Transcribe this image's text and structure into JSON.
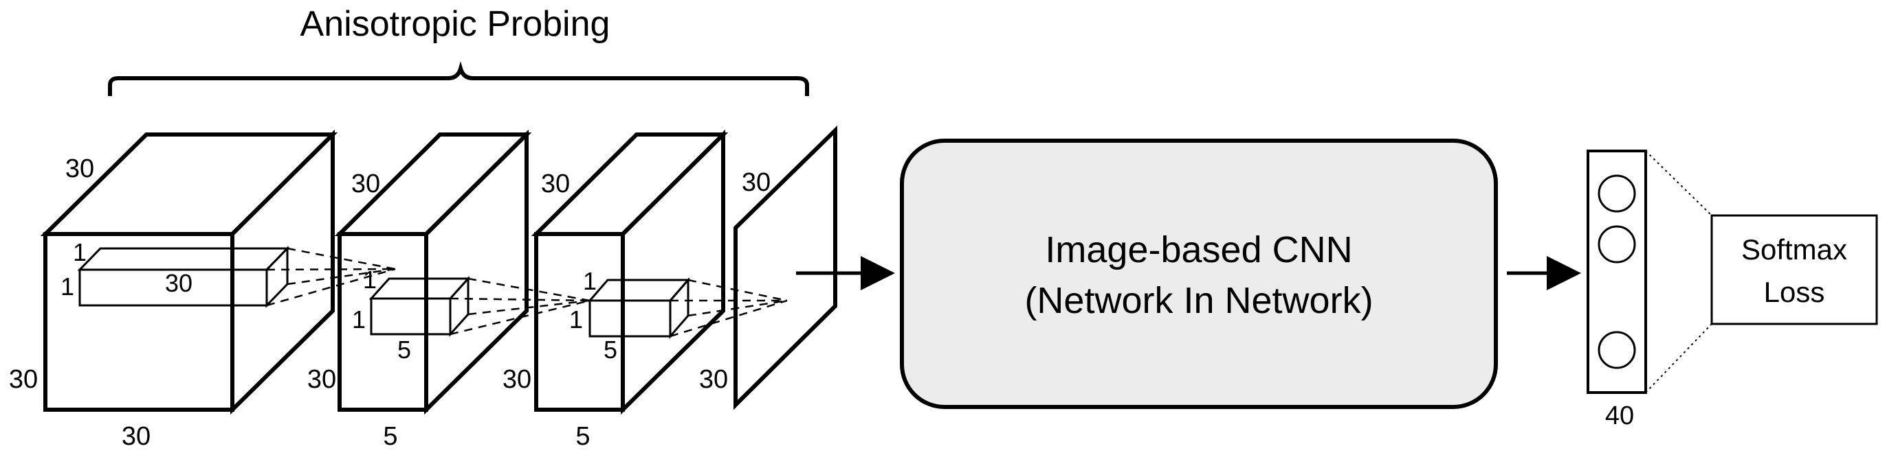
{
  "title": "Anisotropic Probing",
  "volume1": {
    "depth": "30",
    "height": "30",
    "width": "30"
  },
  "kernel1": {
    "height": "1",
    "depth": "1",
    "width": "30"
  },
  "volume2": {
    "depth": "30",
    "height": "30",
    "width": "5"
  },
  "kernel2": {
    "a": "1",
    "b": "1",
    "width": "5"
  },
  "volume3": {
    "depth": "30",
    "height": "30",
    "width": "5"
  },
  "kernel3": {
    "a": "1",
    "b": "1",
    "width": "5"
  },
  "plane": {
    "depth": "30",
    "height": "30"
  },
  "cnn": {
    "line1": "Image-based CNN",
    "line2": "(Network In Network)"
  },
  "feature": {
    "size": "40"
  },
  "softmax": {
    "line1": "Softmax",
    "line2": "Loss"
  }
}
